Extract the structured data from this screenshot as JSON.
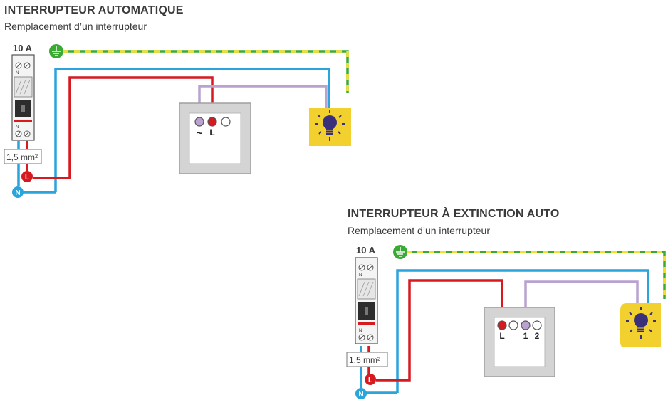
{
  "diagram1": {
    "title": "INTERRUPTEUR AUTOMATIQUE",
    "subtitle": "Remplacement d’un interrupteur",
    "breaker_rating": "10 A",
    "cable_section": "1,5 mm²",
    "switch_terminals": [
      "~",
      "L"
    ],
    "line_marker": "L",
    "neutral_marker": "N",
    "breaker_terminal_top": "N",
    "breaker_terminal_bottom": "N"
  },
  "diagram2": {
    "title": "INTERRUPTEUR À EXTINCTION AUTO",
    "subtitle": "Remplacement d’un interrupteur",
    "breaker_rating": "10 A",
    "cable_section": "1,5 mm²",
    "switch_terminals": [
      "L",
      "1",
      "2"
    ],
    "line_marker": "L",
    "neutral_marker": "N",
    "breaker_terminal_top": "N",
    "breaker_terminal_bottom": "N"
  },
  "colors": {
    "phase": "#d71920",
    "neutral": "#29a4dc",
    "earth_green": "#3aaa35",
    "earth_yellow": "#f4e02c",
    "switch_wire": "#b9a2cf",
    "lamp_bg": "#f2d12e",
    "lamp_bulb": "#3a2f7a",
    "text": "#3a3a3a"
  },
  "icons": [
    "earth-icon",
    "bulb-icon",
    "circuit-breaker-icon"
  ]
}
